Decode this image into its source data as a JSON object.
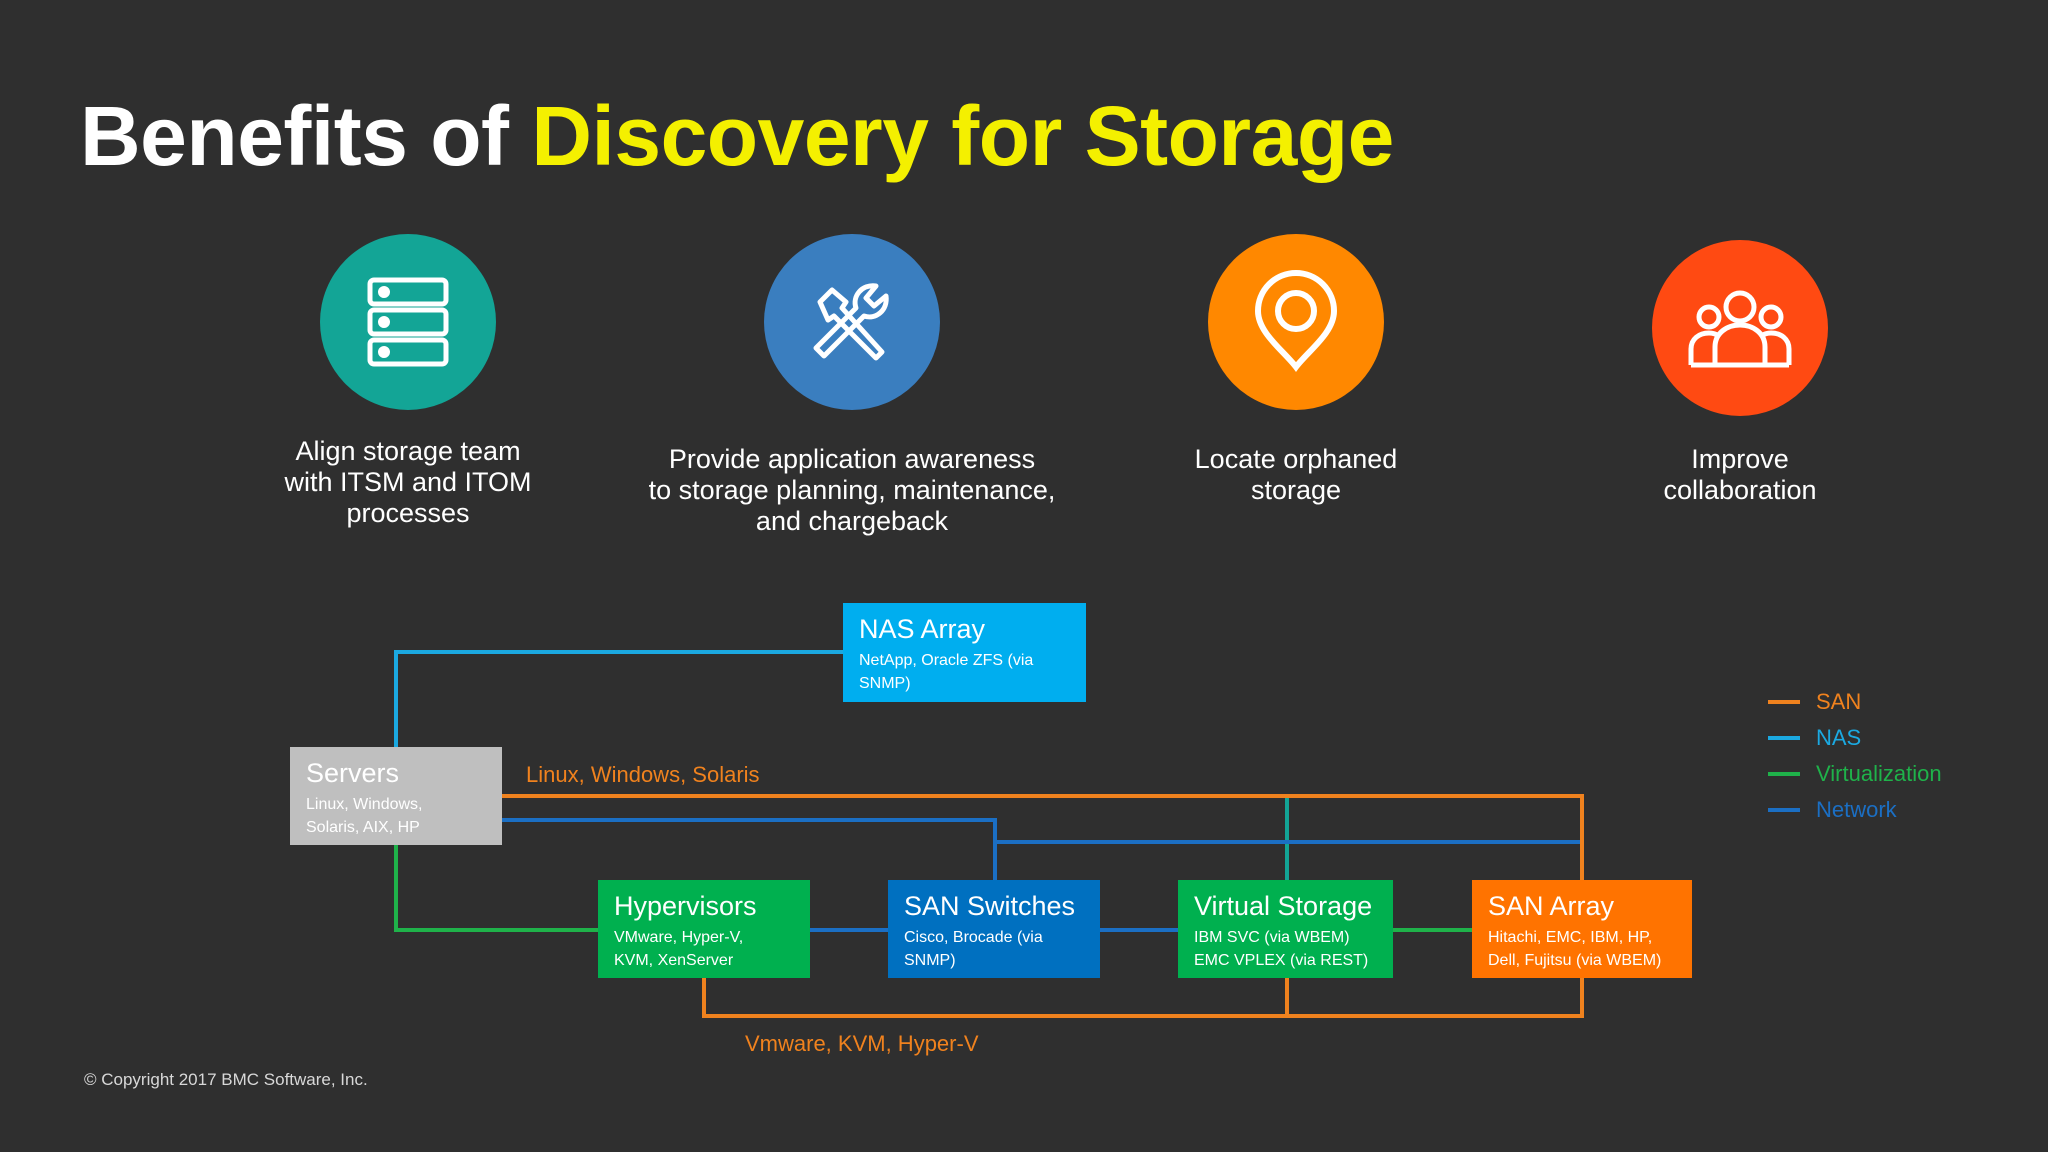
{
  "title": {
    "part1": "Benefits of ",
    "part2": "Discovery for Storage"
  },
  "colors": {
    "san": "#f0821e",
    "nas": "#1ba9e1",
    "virtualization": "#1fb24a",
    "network": "#1b6fc4",
    "servers_box": "#bfbfbf",
    "nas_box": "#00aeef",
    "hypervisors_box": "#00b04f",
    "san_switches_box": "#0070c0",
    "virtual_storage_box": "#00b04f",
    "san_array_box": "#ff7300",
    "benefit1": "#13a596",
    "benefit2": "#3a7ebf",
    "benefit3": "#ff8800",
    "benefit4": "#ff4a12"
  },
  "benefits": [
    {
      "icon": "server-stack-icon",
      "text": "Align storage team\nwith ITSM and ITOM\nprocesses"
    },
    {
      "icon": "tools-icon",
      "text": "Provide application awareness\nto storage planning, maintenance,\nand chargeback"
    },
    {
      "icon": "location-pin-icon",
      "text": "Locate orphaned\nstorage"
    },
    {
      "icon": "people-group-icon",
      "text": "Improve\ncollaboration"
    }
  ],
  "boxes": {
    "nas_array": {
      "title": "NAS Array",
      "sub": "NetApp, Oracle ZFS (via\nSNMP)"
    },
    "servers": {
      "title": "Servers",
      "sub": "Linux, Windows,\nSolaris, AIX, HP"
    },
    "hypervisors": {
      "title": "Hypervisors",
      "sub": "VMware, Hyper-V,\nKVM, XenServer"
    },
    "san_switches": {
      "title": "SAN Switches",
      "sub": "Cisco, Brocade (via\nSNMP)"
    },
    "virtual_storage": {
      "title": "Virtual Storage",
      "sub": "IBM SVC (via WBEM)\nEMC VPLEX (via REST)"
    },
    "san_array": {
      "title": "SAN Array",
      "sub": "Hitachi, EMC, IBM, HP,\nDell, Fujitsu (via WBEM)"
    }
  },
  "connection_labels": {
    "servers_san": "Linux, Windows, Solaris",
    "hypervisors_san": "Vmware, KVM, Hyper-V"
  },
  "legend": [
    {
      "label": "SAN",
      "color": "#f0821e"
    },
    {
      "label": "NAS",
      "color": "#1ba9e1"
    },
    {
      "label": "Virtualization",
      "color": "#1fb24a"
    },
    {
      "label": "Network",
      "color": "#1b6fc4"
    }
  ],
  "copyright": "© Copyright 2017 BMC Software, Inc."
}
